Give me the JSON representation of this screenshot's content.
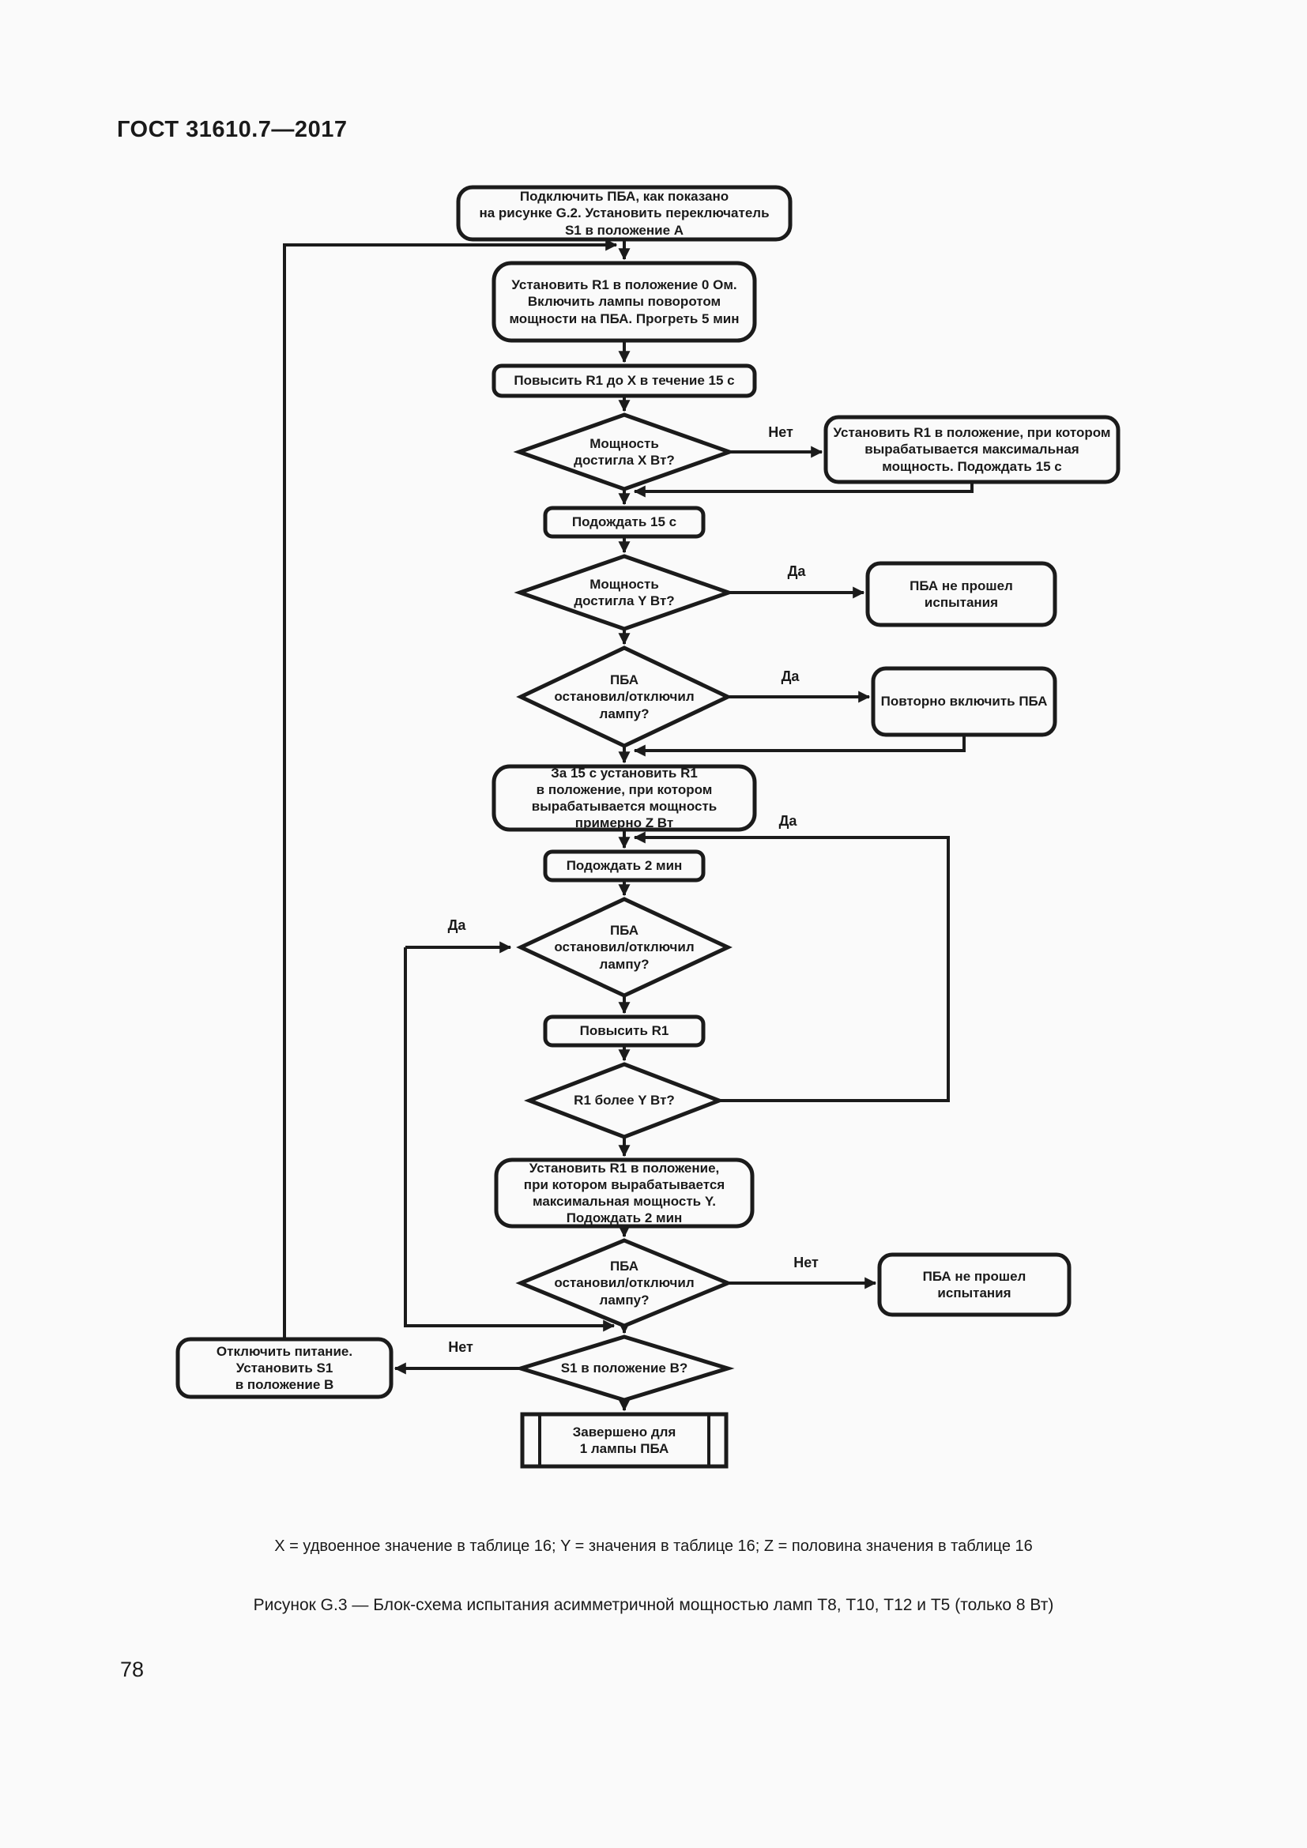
{
  "page": {
    "header": "ГОСТ 31610.7—2017",
    "page_number": "78",
    "variables_note": "X = удвоенное значение в таблице 16; Y = значения в таблице 16; Z = половина значения в таблице 16",
    "figure_caption": "Рисунок G.3 — Блок-схема испытания асимметричной мощностью ламп Т8, Т10, Т12 и Т5 (только 8 Вт)"
  },
  "flowchart": {
    "nodes": {
      "start": "Подключить ПБА, как показано\nна рисунке G.2. Установить переключатель\nS1 в положение А",
      "setup": "Установить R1 в положение 0 Ом.\nВключить лампы поворотом\nмощности на ПБА. Прогреть 5 мин",
      "raise_r1_x": "Повысить R1 до X в течение 15 с",
      "power_x": "Мощность\nдостигла X Вт?",
      "set_max_power": "Установить R1 в положение, при котором\nвырабатывается максимальная\nмощность. Подождать 15 с",
      "wait_15s": "Подождать 15 с",
      "power_y": "Мощность\nдостигла Y Вт?",
      "fail_1": "ПБА не прошел\nиспытания",
      "stopped_1": "ПБА\nостановил/отключил\nлампу?",
      "reenergize": "Повторно включить ПБА",
      "set_z": "За 15 с установить R1\nв положение, при котором\nвырабатывается мощность\nпримерно Z Вт",
      "wait_2min": "Подождать 2 мин",
      "stopped_2": "ПБА\nостановил/отключил\nлампу?",
      "raise_r1": "Повысить R1",
      "r1_more_y": "R1 более Y Вт?",
      "set_max_y": "Установить R1 в положение,\nпри котором вырабатывается\nмаксимальная мощность Y.\nПодождать 2 мин",
      "stopped_3": "ПБА\nостановил/отключил\nлампу?",
      "fail_2": "ПБА не прошел\nиспытания",
      "s1_position_b": "S1 в положение В?",
      "power_off": "Отключить питание.\nУстановить S1\nв положение В",
      "done": "Завершено для\n1 лампы ПБА"
    },
    "edge_labels": {
      "power_x_no": "Нет",
      "power_y_yes": "Да",
      "stopped_1_yes": "Да",
      "r1_loop_yes": "Да",
      "stopped_2_yes": "Да",
      "stopped_3_no": "Нет",
      "s1_no": "Нет"
    }
  }
}
